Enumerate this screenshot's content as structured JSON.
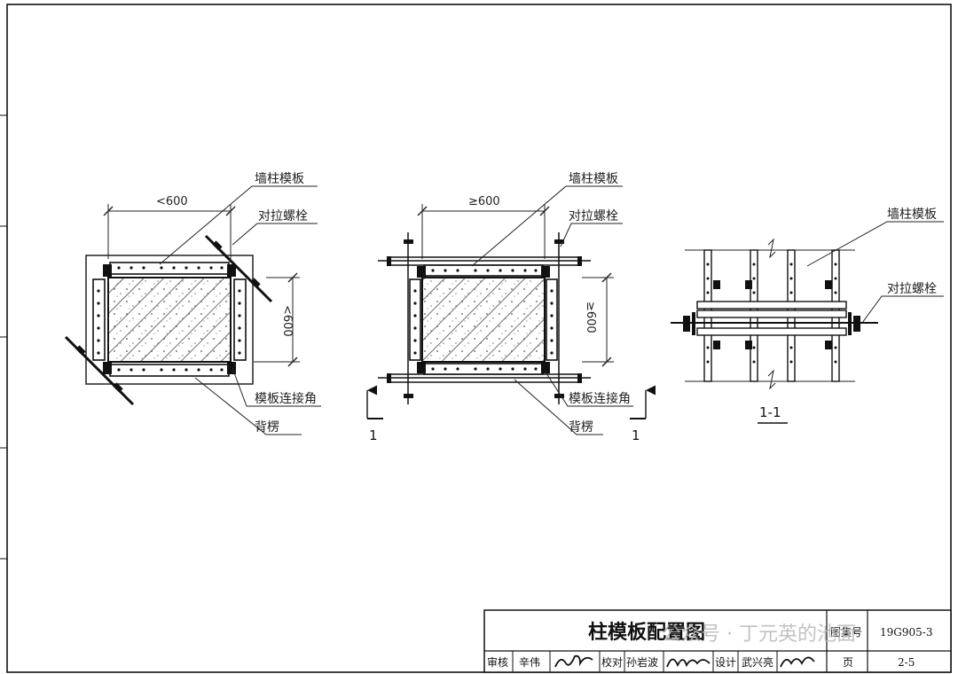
{
  "labels": {
    "wall_column_formwork": "墙柱模板",
    "tie_bolt": "对拉螺栓",
    "formwork_corner": "模板连接角",
    "back_ridge": "背楞"
  },
  "dimensions": {
    "lt_600": "<600",
    "ge_600": "≥600"
  },
  "section": {
    "mark": "1",
    "name": "1-1"
  },
  "title_block": {
    "title": "柱模板配置图",
    "atlas_no_label": "图集号",
    "atlas_no": "19G905-3",
    "review_label": "审核",
    "review_name": "辛伟",
    "check_label": "校对",
    "check_name": "孙岩波",
    "design_label": "设计",
    "design_name": "武兴亮",
    "page_label": "页",
    "page_no": "2-5"
  },
  "watermark": "公众号 · 丁元英的池面"
}
